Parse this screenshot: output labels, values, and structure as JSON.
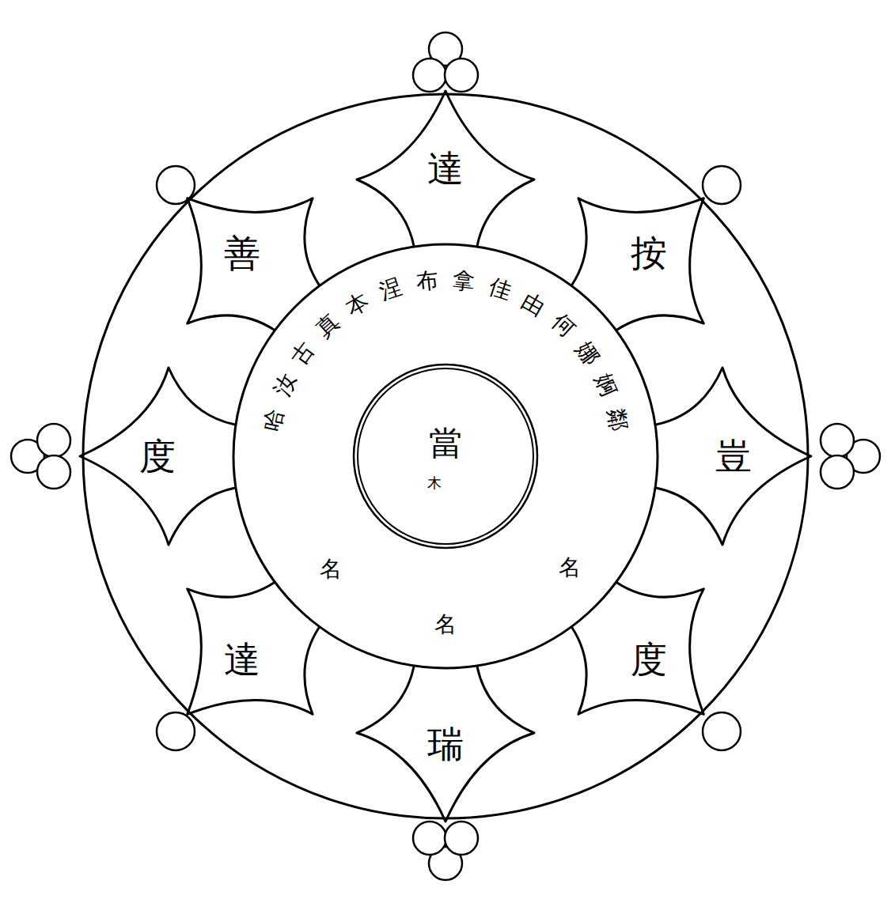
{
  "diagram": {
    "nodes": [
      {
        "text": [
          "哈汝古真本涅布拿佳由何娜婀鄰"
        ]
      },
      {
        "text": [
          "當",
          "木"
        ],
        "in": 0
      },
      {
        "text": [
          "達"
        ]
      },
      {
        "text": [
          "按"
        ]
      },
      {
        "text": [
          "豈"
        ]
      },
      {
        "text": [
          "度"
        ]
      },
      {
        "text": [
          "瑞"
        ]
      },
      {
        "text": [
          "達"
        ]
      },
      {
        "text": [
          "度"
        ]
      },
      {
        "text": [
          "善"
        ]
      }
    ],
    "labels": [
      "名",
      "名",
      "名"
    ]
  }
}
